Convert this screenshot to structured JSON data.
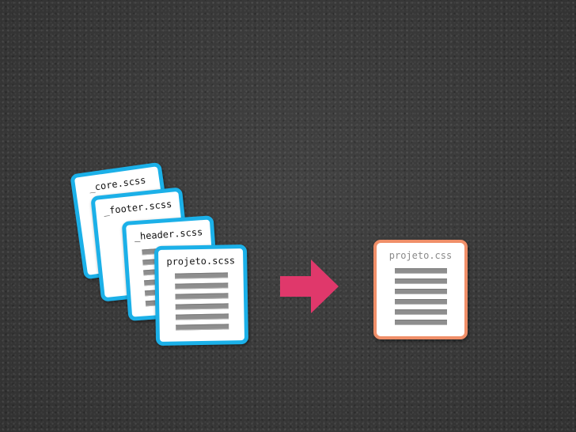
{
  "source_files": [
    {
      "id": "core",
      "name": "_core.scss"
    },
    {
      "id": "footer",
      "name": "_footer.scss"
    },
    {
      "id": "header",
      "name": "_header.scss"
    },
    {
      "id": "projeto",
      "name": "projeto.scss"
    }
  ],
  "output_file": {
    "name": "projeto.css"
  },
  "colors": {
    "source_border": "#1bb0e8",
    "output_border": "#f08f69",
    "arrow": "#e0386b",
    "background": "#3a3a3a",
    "line_fill": "#8e8e8e"
  },
  "icons": {
    "arrow": "arrow-right-icon"
  }
}
